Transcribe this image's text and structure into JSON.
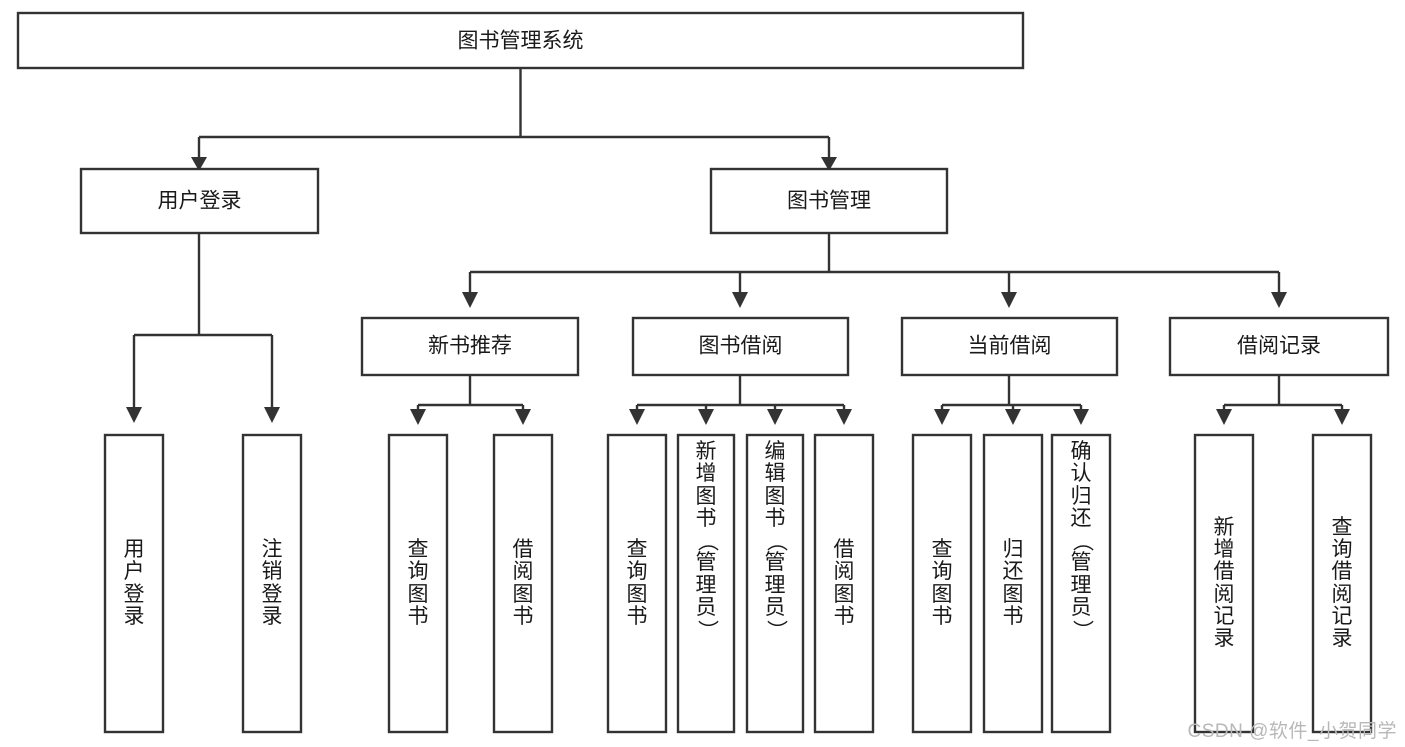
{
  "diagram": {
    "title": "图书管理系统",
    "type": "hierarchy-tree",
    "watermark": "CSDN @软件_小贺同学",
    "colors": {
      "box_stroke": "#333333",
      "box_fill": "#ffffff",
      "text": "#1a1a1a",
      "watermark": "#b8b8b8",
      "background": "#ffffff"
    },
    "levels": {
      "root": {
        "label": "图书管理系统"
      },
      "level2": [
        {
          "label": "用户登录"
        },
        {
          "label": "图书管理"
        }
      ],
      "level3": [
        {
          "label": "新书推荐"
        },
        {
          "label": "图书借阅"
        },
        {
          "label": "当前借阅"
        },
        {
          "label": "借阅记录"
        }
      ],
      "level4": [
        {
          "label": "用户登录",
          "parent": "用户登录"
        },
        {
          "label": "注销登录",
          "parent": "用户登录"
        },
        {
          "label": "查询图书",
          "parent": "新书推荐"
        },
        {
          "label": "借阅图书",
          "parent": "新书推荐"
        },
        {
          "label": "查询图书",
          "parent": "图书借阅"
        },
        {
          "label": "新增图书（管理员）",
          "parent": "图书借阅"
        },
        {
          "label": "编辑图书（管理员）",
          "parent": "图书借阅"
        },
        {
          "label": "借阅图书",
          "parent": "图书借阅"
        },
        {
          "label": "查询图书",
          "parent": "当前借阅"
        },
        {
          "label": "归还图书",
          "parent": "当前借阅"
        },
        {
          "label": "确认归还（管理员）",
          "parent": "当前借阅"
        },
        {
          "label": "新增借阅记录",
          "parent": "借阅记录"
        },
        {
          "label": "查询借阅记录",
          "parent": "借阅记录"
        }
      ]
    }
  }
}
